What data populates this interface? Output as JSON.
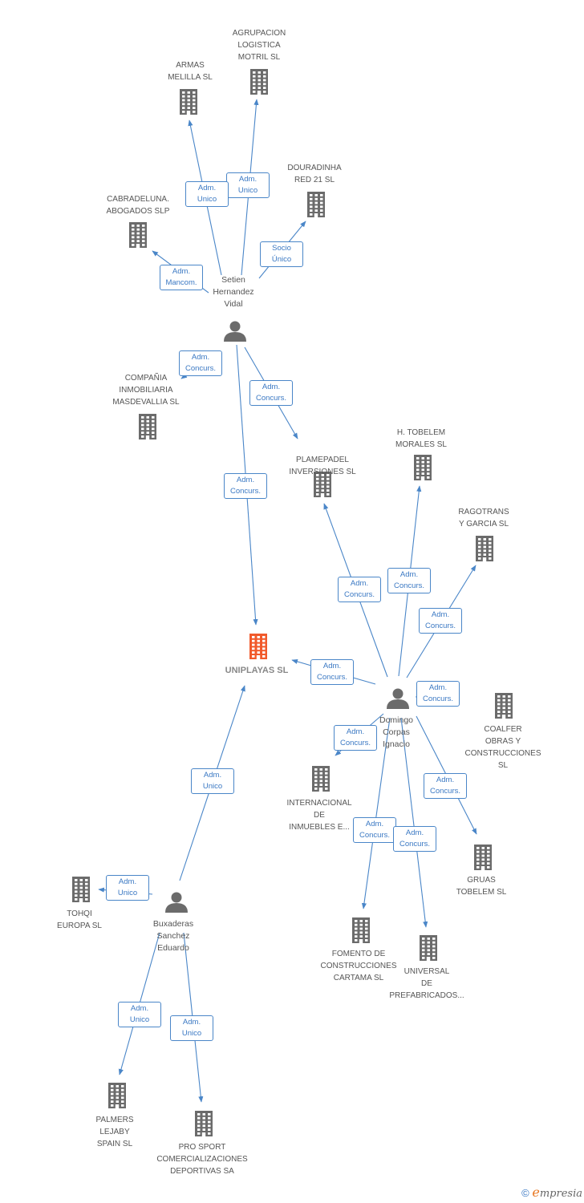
{
  "nodes": [
    {
      "id": "agrupacion",
      "type": "company",
      "label": "AGRUPACION\nLOGISTICA\nMOTRIL  SL"
    },
    {
      "id": "armas",
      "type": "company",
      "label": "ARMAS\nMELILLA  SL"
    },
    {
      "id": "douradinha",
      "type": "company",
      "label": "DOURADINHA\nRED 21 SL"
    },
    {
      "id": "cabradeluna",
      "type": "company",
      "label": "CABRADELUNA.\nABOGADOS SLP"
    },
    {
      "id": "setien",
      "type": "person",
      "label": "Setien\nHernandez\nVidal"
    },
    {
      "id": "compania",
      "type": "company",
      "label": "COMPAÑIA\nINMOBILIARIA\nMASDEVALLIA SL"
    },
    {
      "id": "plamepadel",
      "type": "company",
      "label": "PLAMEPADEL\nINVERSIONES SL"
    },
    {
      "id": "tobelem_morales",
      "type": "company",
      "label": "H.  TOBELEM\nMORALES SL"
    },
    {
      "id": "ragotrans",
      "type": "company",
      "label": "RAGOTRANS\nY GARCIA SL"
    },
    {
      "id": "uniplayas",
      "type": "center",
      "label": "UNIPLAYAS SL"
    },
    {
      "id": "domingo",
      "type": "person",
      "label": "Domingo\nCorpas\nIgnacio"
    },
    {
      "id": "coalfer",
      "type": "company",
      "label": "COALFER\nOBRAS Y\nCONSTRUCCIONES SL"
    },
    {
      "id": "internacional",
      "type": "company",
      "label": "INTERNACIONAL\nDE\nINMUEBLES E..."
    },
    {
      "id": "gruas",
      "type": "company",
      "label": "GRUAS\nTOBELEM SL"
    },
    {
      "id": "fomento",
      "type": "company",
      "label": "FOMENTO DE\nCONSTRUCCIONES\nCARTAMA SL"
    },
    {
      "id": "universal",
      "type": "company",
      "label": "UNIVERSAL\nDE\nPREFABRICADOS..."
    },
    {
      "id": "tohqi",
      "type": "company",
      "label": "TOHQI\nEUROPA SL"
    },
    {
      "id": "buxaderas",
      "type": "person",
      "label": "Buxaderas\nSanchez\nEduardo"
    },
    {
      "id": "palmers",
      "type": "company",
      "label": "PALMERS\nLEJABY\nSPAIN SL"
    },
    {
      "id": "prosport",
      "type": "company",
      "label": "PRO SPORT\nCOMERCIALIZACIONES\nDEPORTIVAS SA"
    }
  ],
  "edges": [
    {
      "from": "setien",
      "to": "agrupacion",
      "label": "Adm.\nUnico"
    },
    {
      "from": "setien",
      "to": "armas",
      "label": "Adm.\nUnico"
    },
    {
      "from": "setien",
      "to": "douradinha",
      "label": "Socio\nÚnico"
    },
    {
      "from": "setien",
      "to": "cabradeluna",
      "label": "Adm.\nMancom."
    },
    {
      "from": "setien",
      "to": "compania",
      "label": "Adm.\nConcurs."
    },
    {
      "from": "setien",
      "to": "plamepadel",
      "label": "Adm.\nConcurs."
    },
    {
      "from": "setien",
      "to": "uniplayas",
      "label": "Adm.\nConcurs."
    },
    {
      "from": "domingo",
      "to": "plamepadel",
      "label": "Adm.\nConcurs."
    },
    {
      "from": "domingo",
      "to": "tobelem_morales",
      "label": "Adm.\nConcurs."
    },
    {
      "from": "domingo",
      "to": "ragotrans",
      "label": "Adm.\nConcurs."
    },
    {
      "from": "domingo",
      "to": "uniplayas",
      "label": "Adm.\nConcurs."
    },
    {
      "from": "domingo",
      "to": "coalfer",
      "label": "Adm.\nConcurs."
    },
    {
      "from": "domingo",
      "to": "internacional",
      "label": "Adm.\nConcurs."
    },
    {
      "from": "domingo",
      "to": "gruas",
      "label": "Adm.\nConcurs."
    },
    {
      "from": "domingo",
      "to": "fomento",
      "label": "Adm.\nConcurs."
    },
    {
      "from": "domingo",
      "to": "universal",
      "label": "Adm.\nConcurs."
    },
    {
      "from": "buxaderas",
      "to": "uniplayas",
      "label": "Adm.\nUnico"
    },
    {
      "from": "buxaderas",
      "to": "tohqi",
      "label": "Adm.\nUnico"
    },
    {
      "from": "buxaderas",
      "to": "palmers",
      "label": "Adm.\nUnico"
    },
    {
      "from": "buxaderas",
      "to": "prosport",
      "label": "Adm.\nUnico"
    }
  ],
  "colors": {
    "edge": "#4a86c8",
    "company_icon": "#6b6b6b",
    "center_icon": "#f15a2b",
    "person_icon": "#6b6b6b"
  },
  "footer": {
    "copyright": "©",
    "brand_initial": "e",
    "brand_rest": "mpresia"
  }
}
